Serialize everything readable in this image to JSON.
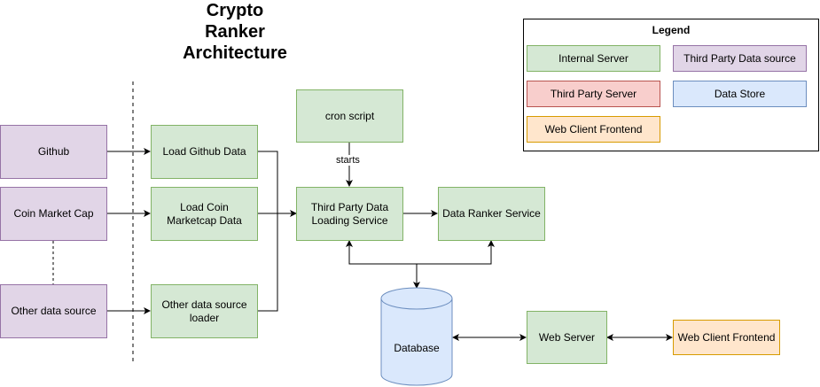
{
  "title": {
    "line1": "Crypto",
    "line2": "Ranker",
    "line3": "Architecture"
  },
  "legend": {
    "title": "Legend",
    "internal_server": "Internal Server",
    "third_party_data_source": "Third Party Data source",
    "third_party_server": "Third Party Server",
    "data_store": "Data Store",
    "web_client_frontend": "Web Client Frontend"
  },
  "sources": {
    "github": "Github",
    "coin_market_cap": "Coin Market Cap",
    "other": "Other data source"
  },
  "loaders": {
    "github": "Load Github Data",
    "coin_marketcap": "Load Coin Marketcap Data",
    "other": "Other data source loader"
  },
  "services": {
    "cron": "cron script",
    "cron_edge_label": "starts",
    "third_party_loading": "Third Party Data Loading Service",
    "ranker": "Data Ranker Service",
    "web_server": "Web Server",
    "web_client": "Web Client Frontend"
  },
  "database": {
    "label": "Database"
  },
  "colors": {
    "internal_server_fill": "#d5e8d4",
    "internal_server_stroke": "#82b366",
    "data_source_fill": "#e1d5e7",
    "data_source_stroke": "#9673a6",
    "third_party_server_fill": "#f8cecc",
    "third_party_server_stroke": "#b85450",
    "data_store_fill": "#dae8fc",
    "data_store_stroke": "#6c8ebf",
    "frontend_fill": "#ffe6cc",
    "frontend_stroke": "#d79b00"
  }
}
